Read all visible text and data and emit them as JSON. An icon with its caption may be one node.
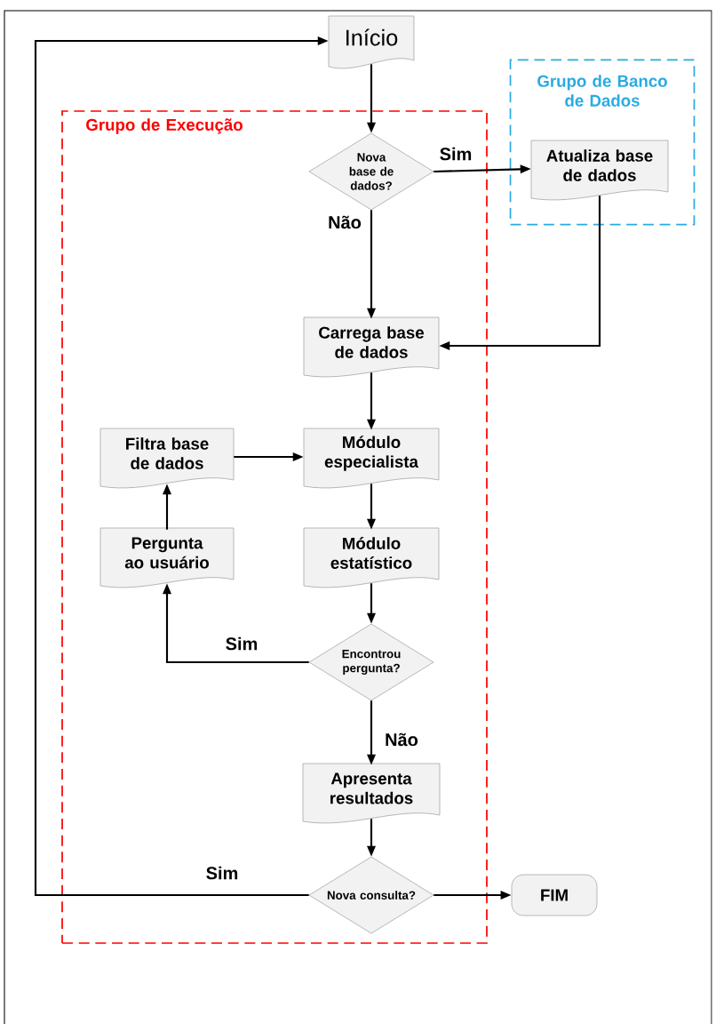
{
  "diagram": {
    "nodes": [
      {
        "text": [
          "Início"
        ]
      },
      {
        "text": [
          "Grupo de Banco de Dados"
        ]
      },
      {
        "text": [
          "Grupo de Execução"
        ]
      },
      {
        "text": [
          "Nova base de dados?"
        ],
        "in": 2
      },
      {
        "text": [
          "Atualiza base de dados"
        ],
        "in": 1
      },
      {
        "text": [
          "Carrega base de dados"
        ],
        "in": 2
      },
      {
        "text": [
          "Filtra base de dados"
        ],
        "in": 2
      },
      {
        "text": [
          "Módulo especialista"
        ],
        "in": 2
      },
      {
        "text": [
          "Pergunta ao usuário"
        ],
        "in": 2
      },
      {
        "text": [
          "Módulo estatístico"
        ],
        "in": 2
      },
      {
        "text": [
          "Encontrou pergunta?"
        ],
        "in": 2
      },
      {
        "text": [
          "Apresenta resultados"
        ],
        "in": 2
      },
      {
        "text": [
          "Nova consulta?"
        ],
        "in": 2
      },
      {
        "text": [
          "FIM"
        ]
      }
    ],
    "edges": [
      {
        "from": 0,
        "to": 3,
        "arrow": "to"
      },
      {
        "from": 3,
        "to": 4,
        "arrow": "to",
        "label": "Sim"
      },
      {
        "from": 3,
        "to": 5,
        "arrow": "to",
        "label": "Não"
      },
      {
        "from": 4,
        "to": 5,
        "arrow": "to"
      },
      {
        "from": 5,
        "to": 7,
        "arrow": "to"
      },
      {
        "from": 6,
        "to": 7,
        "arrow": "to"
      },
      {
        "from": 7,
        "to": 9,
        "arrow": "to"
      },
      {
        "from": 9,
        "to": 10,
        "arrow": "to"
      },
      {
        "from": 10,
        "to": 8,
        "arrow": "to",
        "label": "Sim"
      },
      {
        "from": 8,
        "to": 6,
        "arrow": "to"
      },
      {
        "from": 10,
        "to": 11,
        "arrow": "to",
        "label": "Não"
      },
      {
        "from": 11,
        "to": 12,
        "arrow": "to"
      },
      {
        "from": 12,
        "to": 13,
        "arrow": "to"
      },
      {
        "from": 12,
        "to": 0,
        "arrow": "to",
        "label": "Sim"
      }
    ]
  }
}
